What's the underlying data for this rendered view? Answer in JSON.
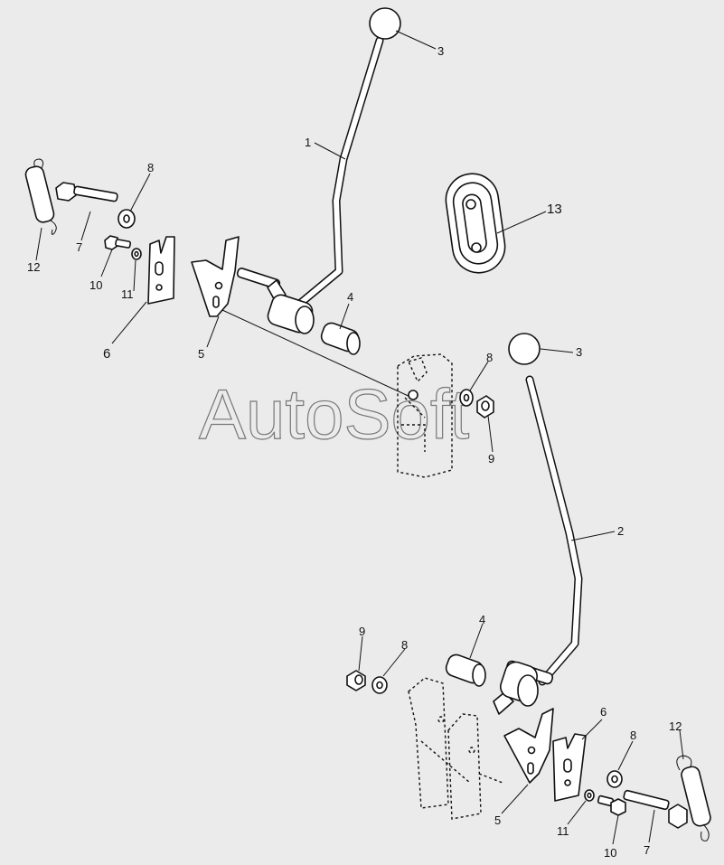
{
  "watermark": "AutoSoft",
  "callouts": {
    "c1": "1",
    "c2": "2",
    "c3a": "3",
    "c3b": "3",
    "c4a": "4",
    "c4b": "4",
    "c5a": "5",
    "c5b": "5",
    "c6a": "6",
    "c6b": "6",
    "c7a": "7",
    "c7b": "7",
    "c8a": "8",
    "c8b": "8",
    "c8c": "8",
    "c8d": "8",
    "c9a": "9",
    "c9b": "9",
    "c10a": "10",
    "c10b": "10",
    "c11a": "11",
    "c11b": "11",
    "c12a": "12",
    "c12b": "12",
    "c13": "13"
  }
}
